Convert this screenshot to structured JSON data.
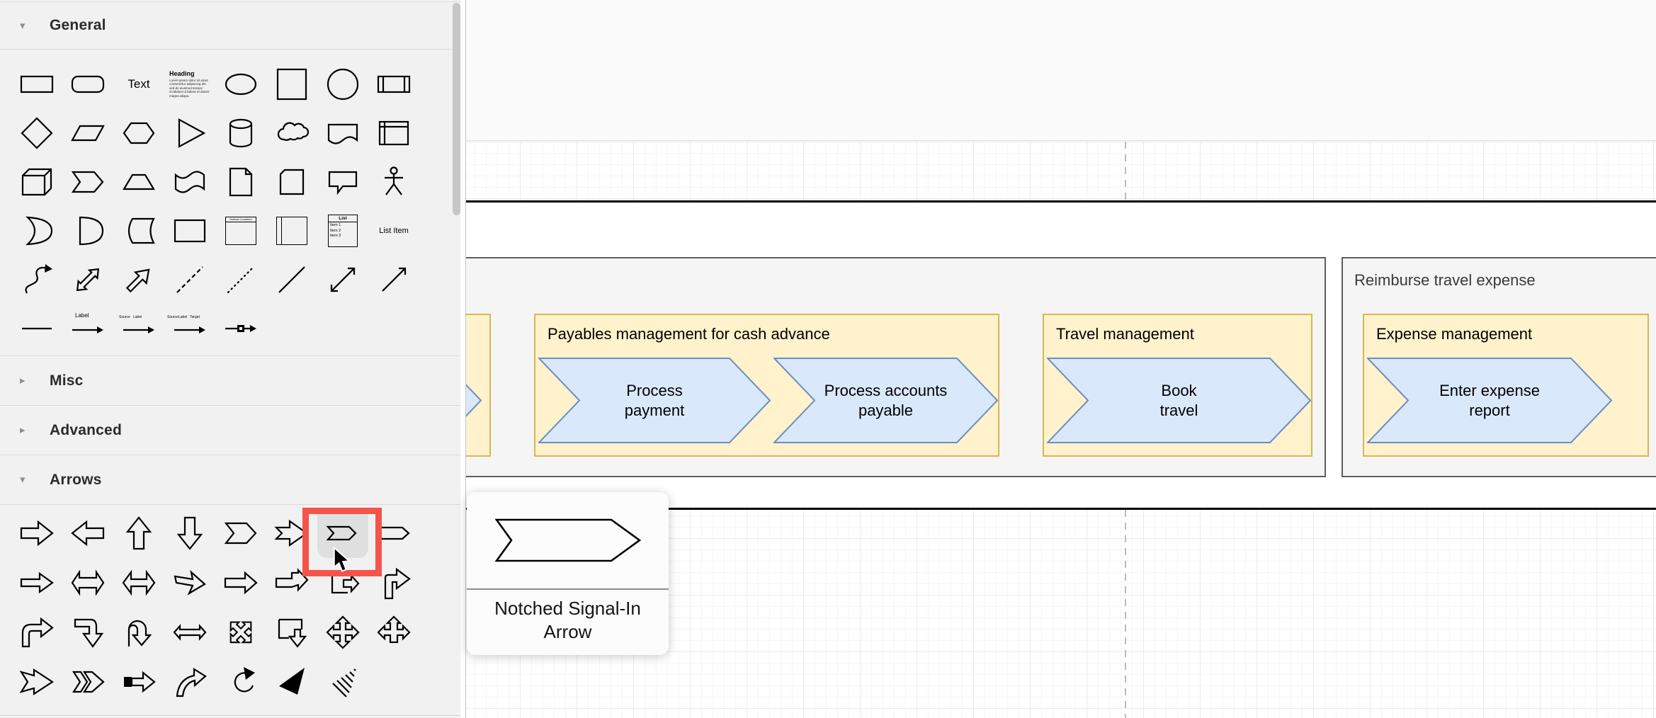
{
  "sidebar": {
    "sections": [
      {
        "label": "General",
        "expanded": true,
        "shapes": [
          "rectangle",
          "rounded-rectangle",
          "text",
          "heading",
          "ellipse",
          "square",
          "circle",
          "process",
          "diamond",
          "parallelogram",
          "hexagon",
          "triangle",
          "cylinder",
          "cloud",
          "document",
          "internal-storage",
          "cube",
          "step",
          "trapezoid",
          "tape",
          "note",
          "card",
          "callout",
          "actor",
          "or",
          "and",
          "data-storage",
          "container",
          "vertical-container",
          "horizontal-container",
          "list",
          "list-item",
          "curve",
          "bidirectional-arrow",
          "diagonal-arrow",
          "dashed-line",
          "dotted-line",
          "line",
          "bidirectional-connector",
          "directional-connector",
          "horizontal-line",
          "label-arrow",
          "link-with-label",
          "link-source-target",
          "arrow-with-box"
        ]
      },
      {
        "label": "Misc",
        "expanded": false,
        "shapes": []
      },
      {
        "label": "Advanced",
        "expanded": false,
        "shapes": []
      },
      {
        "label": "Arrows",
        "expanded": true,
        "shapes": [
          "arrow-right",
          "arrow-left",
          "arrow-up",
          "arrow-down",
          "signal-in-arrow",
          "notched-arrow",
          "notched-signal-in-arrow",
          "striped-arrow",
          "thin-arrow-right",
          "two-way-arrow",
          "double-two-way-arrow",
          "open-arrow",
          "arrow-right-2",
          "stepped-arrow",
          "jump-in-arrow",
          "bend-up-arrow",
          "turn-arrow",
          "turn-down-arrow",
          "u-turn-arrow",
          "compact-two-way-arrow",
          "diamond-arrows",
          "callout-down-arrow",
          "cross-arrow",
          "three-way-arrow",
          "tailed-arrow",
          "double-chevron-arrow",
          "boxed-arrow",
          "curved-arrow",
          "circular-arrow",
          "solid-arrowhead",
          "striped-triangle-arrow"
        ]
      }
    ],
    "texts": {
      "text": "Text",
      "heading": "Heading",
      "lorem": "Lorem ipsum dolor sit amet, consectetur adipiscing elit, sed do eiusmod tempor incididunt ut labore et dolore magna aliqua.",
      "list": "List",
      "list_items": [
        "Item 1",
        "Item 2",
        "Item 3"
      ],
      "list_item": "List Item",
      "label": "Label",
      "source": "Source",
      "target": "Target",
      "vertical_container": "Vertical Container"
    }
  },
  "highlight": {
    "shape": "notched-signal-in-arrow"
  },
  "tooltip": {
    "title": "Notched Signal-In Arrow"
  },
  "canvas": {
    "pools": [
      {
        "title": "",
        "groups": [
          {
            "title": "",
            "steps": [
              {
                "label": ""
              }
            ]
          },
          {
            "title": "Payables management for cash advance",
            "steps": [
              {
                "label": "Process\npayment"
              },
              {
                "label": "Process accounts\npayable"
              }
            ]
          },
          {
            "title": "Travel management",
            "steps": [
              {
                "label": "Book\ntravel"
              }
            ]
          }
        ]
      },
      {
        "title": "Reimburse travel expense",
        "groups": [
          {
            "title": "Expense management",
            "steps": [
              {
                "label": "Enter expense\nreport"
              }
            ]
          }
        ]
      }
    ]
  },
  "colors": {
    "highlight_red": "#F4544A",
    "hover_grey": "#DFDFDF",
    "group_fill": "#FFF2CC",
    "group_border": "#D6B656",
    "step_fill": "#DAE8FC",
    "step_border": "#6C8EBF",
    "container_fill": "#F5F5F5",
    "container_border": "#5E5E5E"
  }
}
